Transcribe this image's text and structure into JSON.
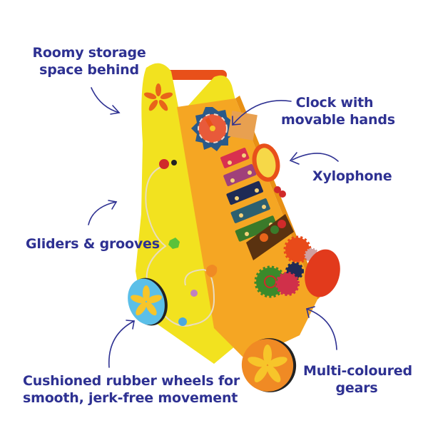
{
  "image": {
    "subject": "Wooden baby activity walker",
    "colors": {
      "text": "#2e3192",
      "arrow": "#2e3192",
      "body_yellow": "#f2e21f",
      "panel_orange": "#f5a623",
      "handle_red": "#e8501a",
      "wheel_blue": "#5bbfe8",
      "wheel_orange": "#f08a24",
      "wheel_red": "#e23a1c",
      "flower_yellow": "#f7c52a",
      "flower_orange": "#e8641a"
    }
  },
  "callouts": [
    {
      "id": "storage",
      "lines": [
        "Roomy storage",
        "space behind"
      ]
    },
    {
      "id": "clock",
      "lines": [
        "Clock with",
        "movable hands"
      ]
    },
    {
      "id": "xylophone",
      "lines": [
        "Xylophone"
      ]
    },
    {
      "id": "gliders",
      "lines": [
        "Gliders & grooves"
      ]
    },
    {
      "id": "wheels",
      "lines": [
        "Cushioned rubber wheels for",
        "smooth, jerk-free movement"
      ]
    },
    {
      "id": "gears",
      "lines": [
        "Multi-coloured",
        "gears"
      ]
    }
  ],
  "xylophone_bars": [
    "#d9304f",
    "#a0407a",
    "#1e2a55",
    "#2d6070",
    "#3a7a2a"
  ]
}
